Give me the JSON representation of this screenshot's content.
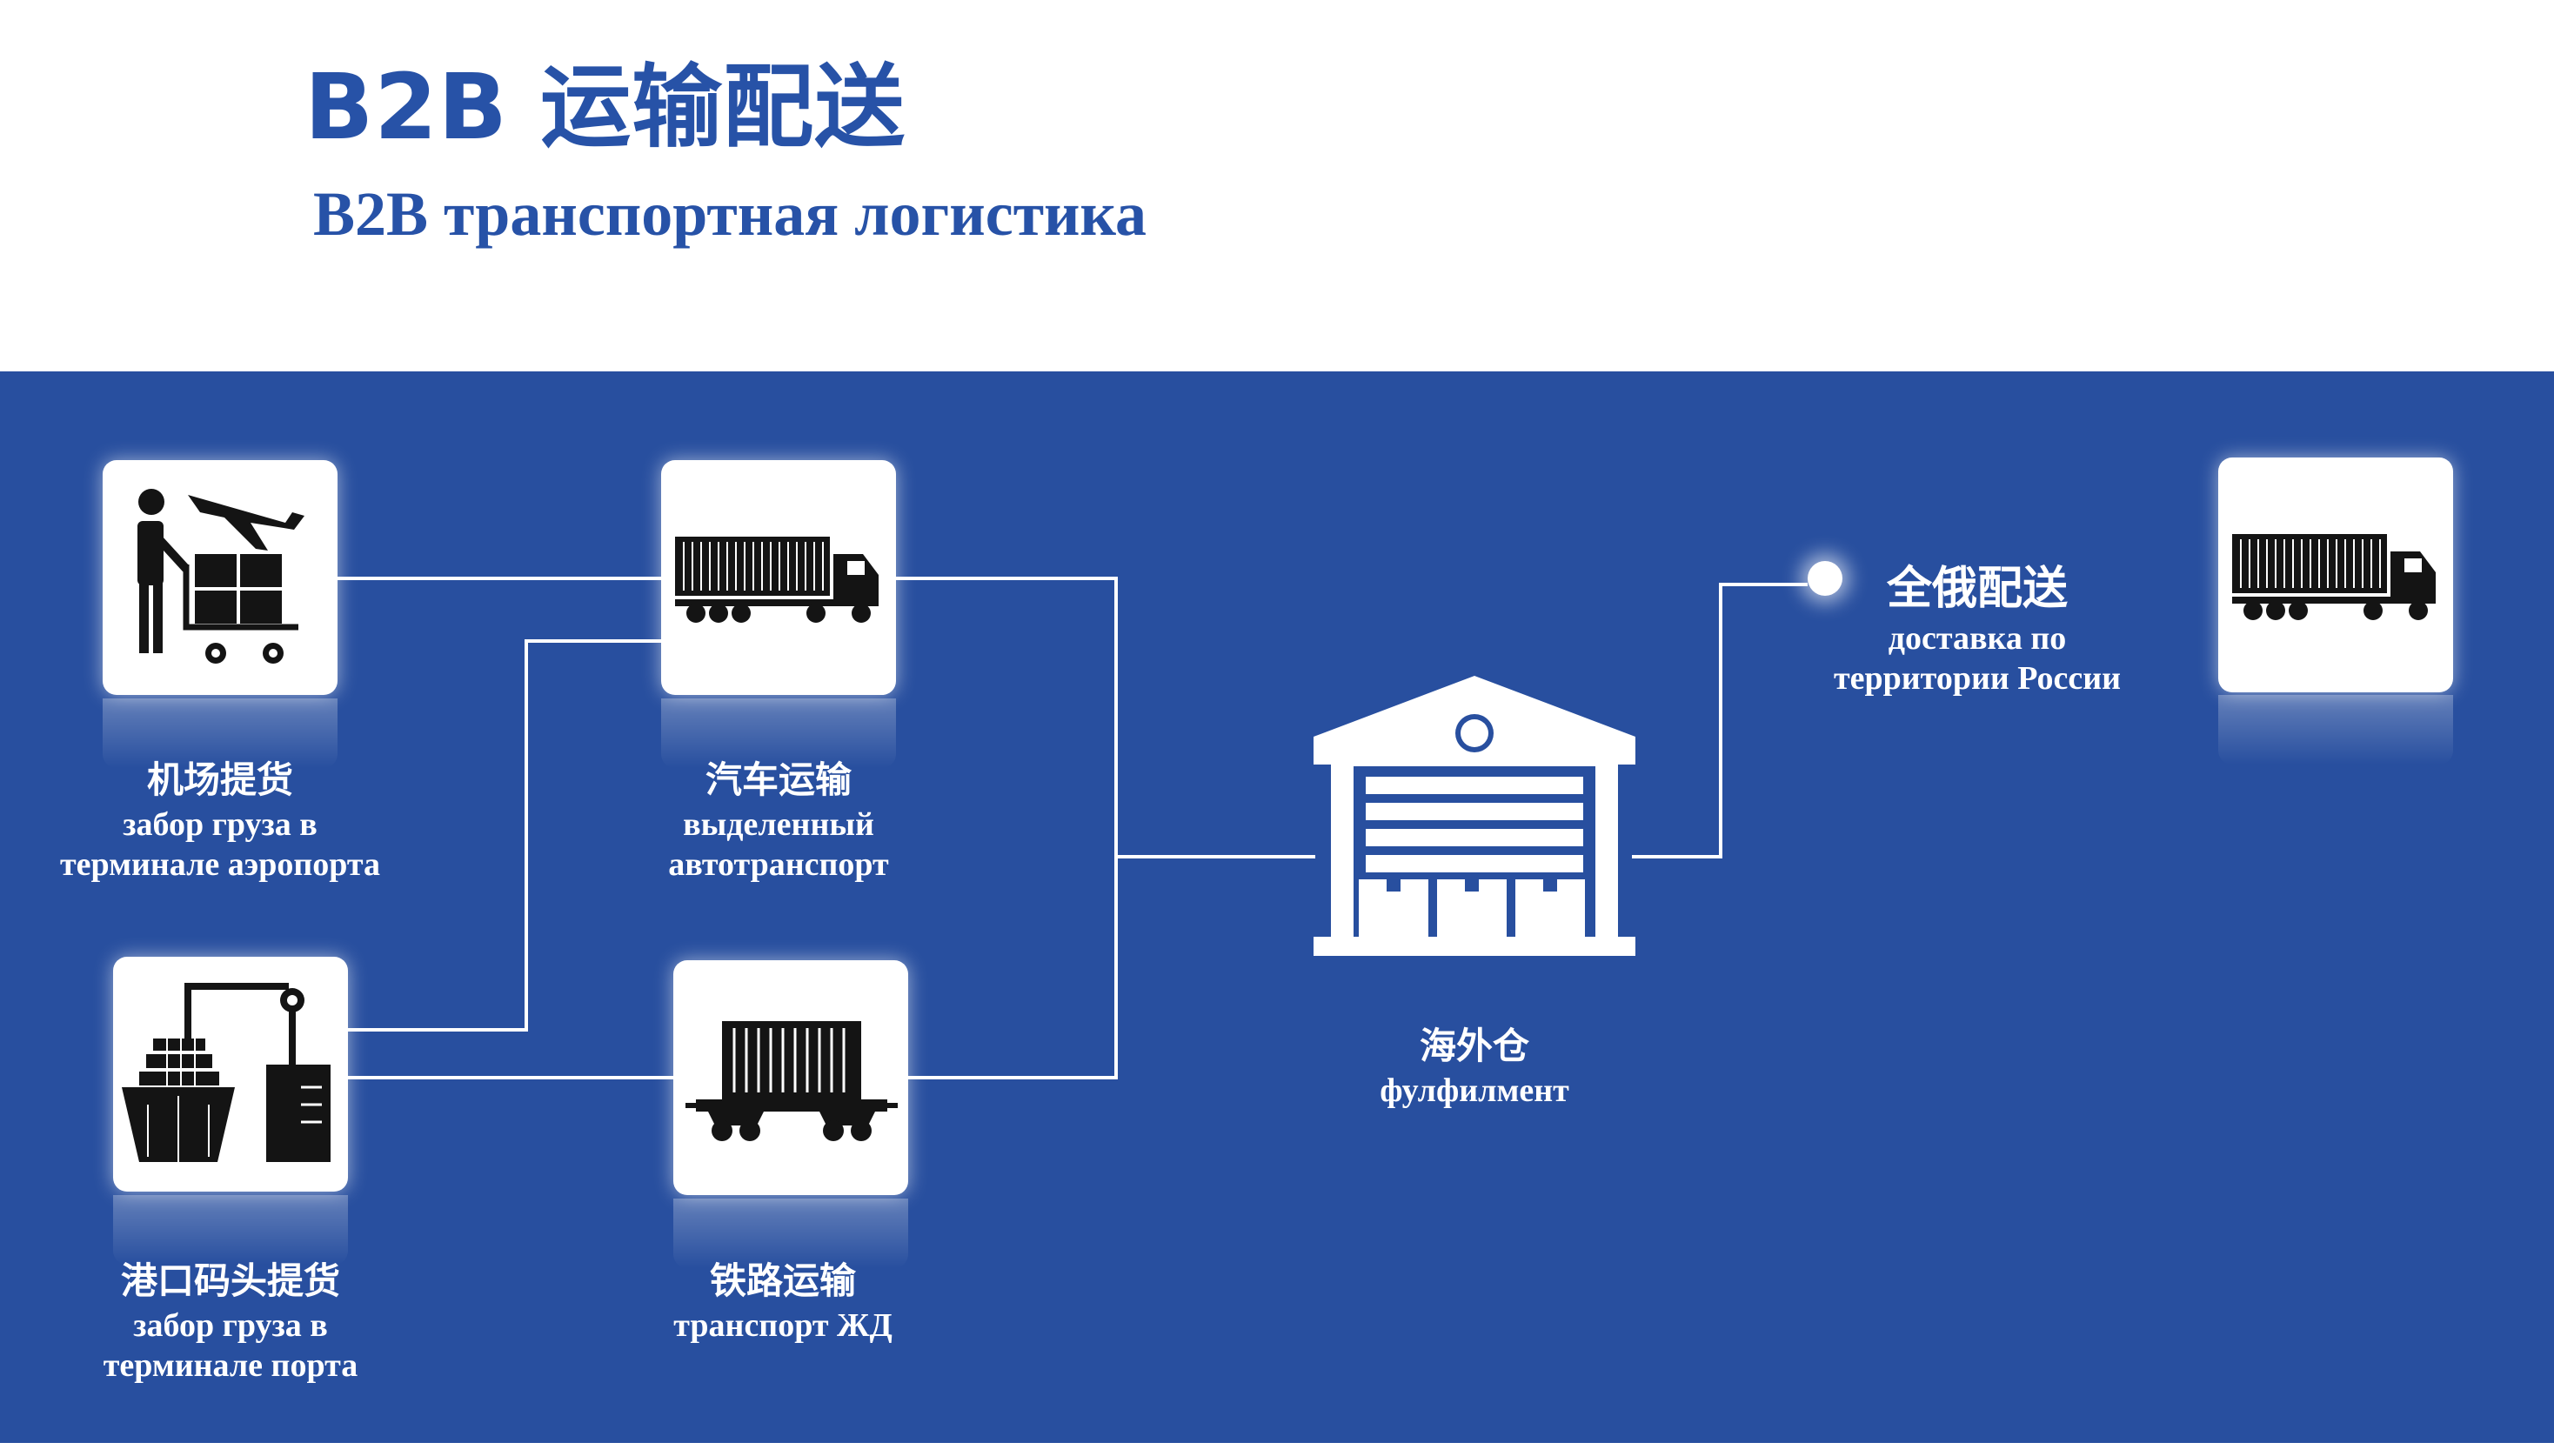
{
  "header": {
    "title": "B2B 运输配送",
    "subtitle": "B2B транспортная логистика"
  },
  "colors": {
    "brand_blue": "#2752a7",
    "panel_blue": "#284f9f",
    "line": "#ffffff",
    "icon": "#141414"
  },
  "nodes": {
    "airport": {
      "icon": "airport-pickup-icon",
      "label_cn": "机场提货",
      "label_ru_1": "забор груза в",
      "label_ru_2": "терминале аэропорта"
    },
    "truck": {
      "icon": "truck-icon",
      "label_cn": "汽车运输",
      "label_ru_1": "выделенный",
      "label_ru_2": "автотранспорт"
    },
    "port": {
      "icon": "port-ship-crane-icon",
      "label_cn": "港口码头提货",
      "label_ru_1": "забор груза в",
      "label_ru_2": "терминале порта"
    },
    "rail": {
      "icon": "railway-wagon-icon",
      "label_cn": "铁路运输",
      "label_ru_1": "транспорт ЖД"
    },
    "warehouse": {
      "icon": "warehouse-icon",
      "label_cn": "海外仓",
      "label_ru_1": "фулфилмент"
    },
    "delivery": {
      "icon": "truck-icon",
      "label_cn": "全俄配送",
      "label_ru_1": "доставка по",
      "label_ru_2": "территории России"
    }
  }
}
